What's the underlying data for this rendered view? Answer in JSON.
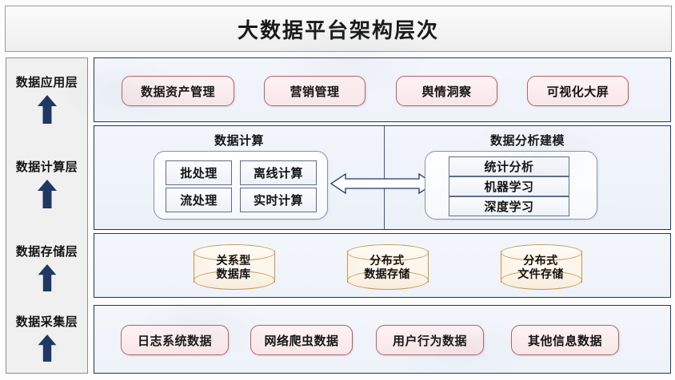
{
  "header": {
    "title": "大数据平台架构层次"
  },
  "sidebar": {
    "items": [
      {
        "label": "数据应用层",
        "icon": "arrow-up-icon"
      },
      {
        "label": "数据计算层",
        "icon": "arrow-up-icon"
      },
      {
        "label": "数据存储层",
        "icon": "arrow-up-icon"
      },
      {
        "label": "数据采集层",
        "icon": "arrow-up-icon"
      }
    ]
  },
  "layers": {
    "application": {
      "items": [
        {
          "label": "数据资产管理"
        },
        {
          "label": "营销管理"
        },
        {
          "label": "舆情洞察"
        },
        {
          "label": "可视化大屏"
        }
      ]
    },
    "compute": {
      "left": {
        "title": "数据计算",
        "items": [
          {
            "label": "批处理"
          },
          {
            "label": "离线计算"
          },
          {
            "label": "流处理"
          },
          {
            "label": "实时计算"
          }
        ]
      },
      "right": {
        "title": "数据分析建模",
        "items": [
          {
            "label": "统计分析"
          },
          {
            "label": "机器学习"
          },
          {
            "label": "深度学习"
          }
        ]
      },
      "connector": {
        "icon": "bidirectional-arrow-icon"
      }
    },
    "storage": {
      "items": [
        {
          "line1": "关系型",
          "line2": "数据库"
        },
        {
          "line1": "分布式",
          "line2": "数据存储"
        },
        {
          "line1": "分布式",
          "line2": "文件存储"
        }
      ]
    },
    "collection": {
      "items": [
        {
          "label": "日志系统数据"
        },
        {
          "label": "网络爬虫数据"
        },
        {
          "label": "用户行为数据"
        },
        {
          "label": "其他信息数据"
        }
      ]
    }
  },
  "colors": {
    "title_border": "#9a9a9a",
    "panel_border": "#1f3864",
    "panel_fill": "#eef2f9",
    "chip_border": "#b4626c",
    "chip_fill": "#f8e6e8",
    "arrow_navy": "#1f3864",
    "cylinder_border": "#c8964f",
    "cylinder_fill": "#fdf6ec",
    "box_border": "#5b6e8c",
    "sidebar_fill": "#f0f0f0"
  }
}
